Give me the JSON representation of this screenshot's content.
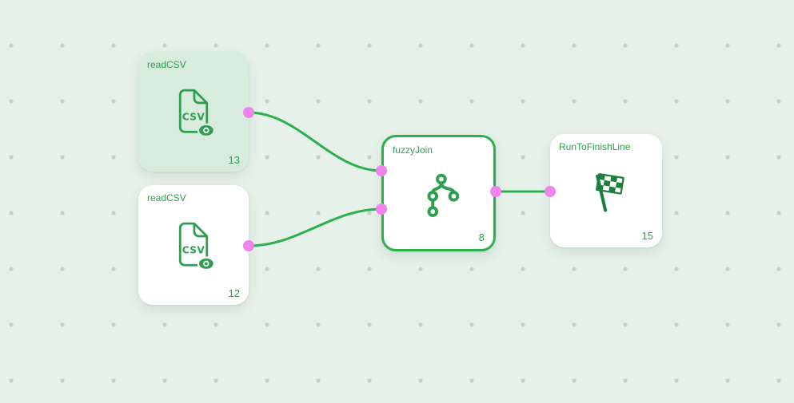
{
  "app": {
    "name": "workflow-node-editor"
  },
  "colors": {
    "canvas_background": "#e6f1e9",
    "grid_dot": "#c5d1c8",
    "accent_green": "#2bb14c",
    "icon_green": "#2f9e4f",
    "flag_green": "#1e7e3e",
    "port_pink": "#ef85ea",
    "highlighted_node_background": "#d8ecde"
  },
  "csv_icon_text": "CSV",
  "nodes": [
    {
      "label": "readCSV",
      "badge": "13",
      "icon": "csv-file-icon",
      "state": "highlighted"
    },
    {
      "label": "readCSV",
      "badge": "12",
      "icon": "csv-file-icon",
      "state": "default"
    },
    {
      "label": "fuzzyJoin",
      "badge": "8",
      "icon": "merge-icon",
      "state": "selected"
    },
    {
      "label": "RunToFinishLine",
      "badge": "15",
      "icon": "finish-flag-icon",
      "state": "default"
    }
  ],
  "edges": [
    {
      "from": "readCSV-13 output",
      "to": "fuzzyJoin-8 input-top"
    },
    {
      "from": "readCSV-12 output",
      "to": "fuzzyJoin-8 input-bottom"
    },
    {
      "from": "fuzzyJoin-8 output",
      "to": "RunToFinishLine-15 input"
    }
  ]
}
